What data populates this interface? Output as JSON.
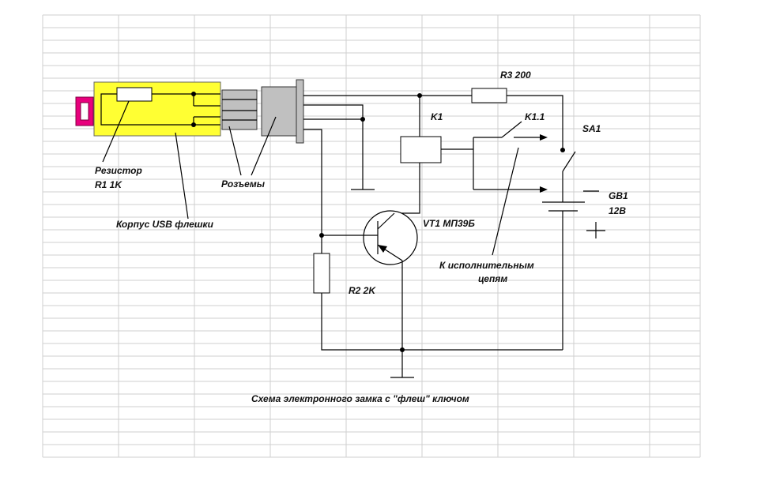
{
  "labels": {
    "r3": "R3 200",
    "k1": "K1",
    "k11": "K1.1",
    "sa1": "SA1",
    "gb1": "GB1",
    "gb1_voltage": "12В",
    "minus": "—",
    "plus": "+",
    "vt1": "VT1 МП39Б",
    "r2": "R2 2K",
    "resistor_title": "Резистор",
    "resistor_value": "R1 1K",
    "connectors": "Розъемы",
    "usb_body": "Корпус USB флешки",
    "exec_line1": "К исполнительным",
    "exec_line2": "цепям",
    "caption": "Схема электронного замка с \"флеш\" ключом"
  },
  "colors": {
    "usb_body": "#ffff33",
    "usb_plug": "#e8007d",
    "connector_fill": "#c0c0c0",
    "grid": "#cfcfcf"
  }
}
